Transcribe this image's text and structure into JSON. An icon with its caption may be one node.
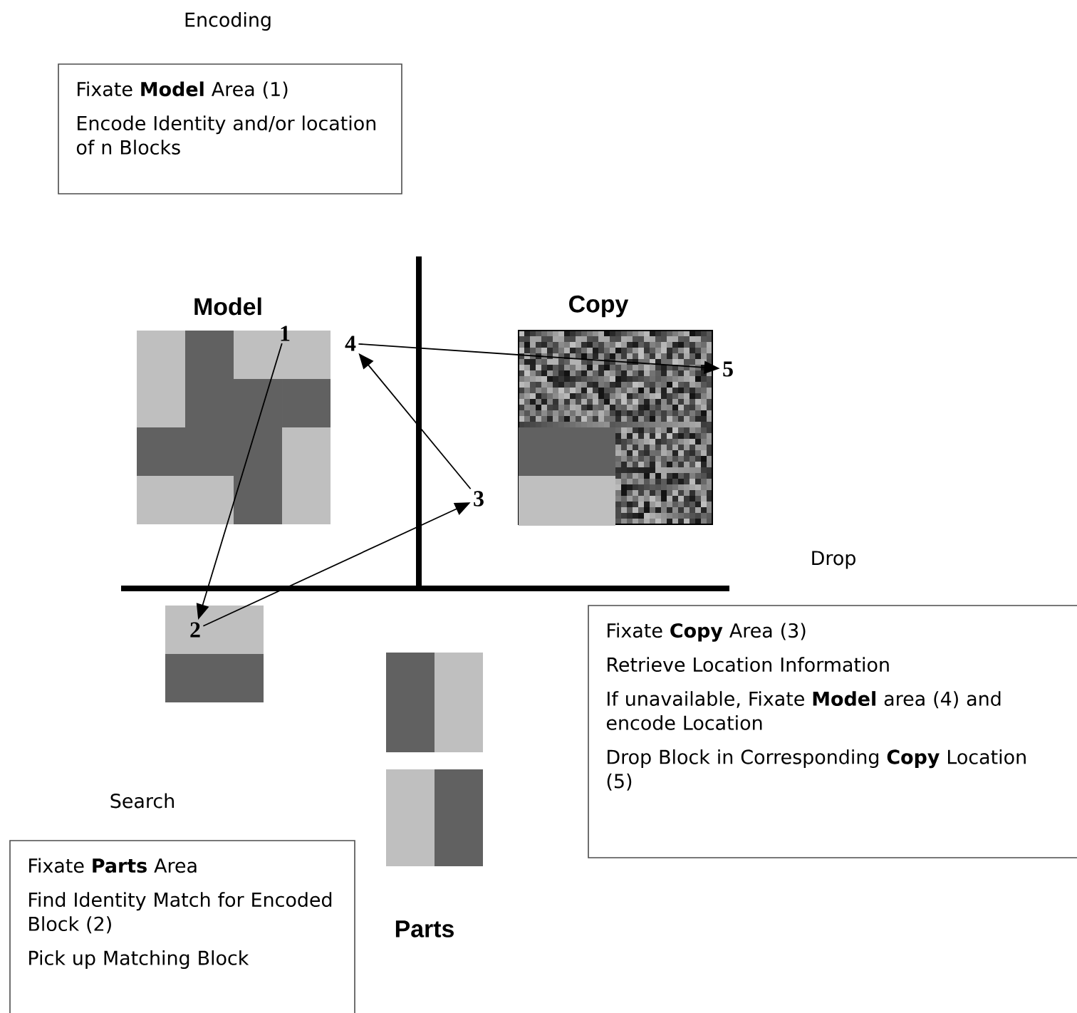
{
  "diagram": {
    "nodes": [
      {
        "text": [
          "Encoding",
          "Fixate **Model** Area (1)",
          "Encode Identity and/or location of n Blocks"
        ]
      },
      {
        "text": [
          "1"
        ]
      },
      {
        "text": [
          "4"
        ]
      },
      {
        "text": [
          "5"
        ]
      },
      {
        "text": [
          "3"
        ]
      },
      {
        "text": [
          "2"
        ]
      },
      {
        "text": [
          "Drop",
          "Fixate **Copy** Area (3)",
          "Retrieve Location Information",
          "If unavailable, Fixate **Model** area (4) and encode Location",
          "Drop Block in Corresponding **Copy** Location (5)"
        ]
      },
      {
        "text": [
          "Search",
          "Fixate **Parts** Area",
          "Find Identity Match for Encoded Block (2)",
          "Pick up Matching Block"
        ]
      }
    ],
    "edges": [
      {
        "from": 1,
        "to": 5,
        "arrow": "to"
      },
      {
        "from": 5,
        "to": 4,
        "arrow": "to"
      },
      {
        "from": 4,
        "to": 2,
        "arrow": "to"
      },
      {
        "from": 2,
        "to": 3,
        "arrow": "to"
      }
    ],
    "labels": [
      "Model",
      "Copy",
      "Parts"
    ]
  }
}
